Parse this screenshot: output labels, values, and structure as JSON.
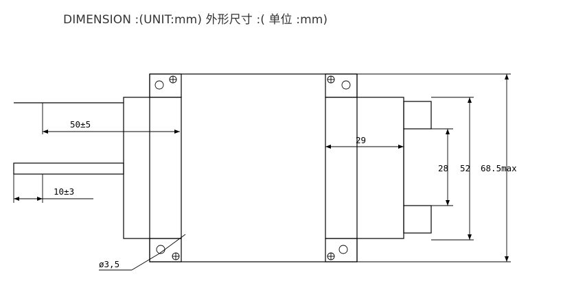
{
  "title": "DIMENSION :(UNIT:mm)   外形尺寸 :( 单位 :mm)",
  "dimensions": {
    "lead_length": "50±5",
    "lead_strip": "10±3",
    "hole_diameter": "ø3,5",
    "inner_depth": "29",
    "inner_height": "28",
    "mid_height": "52",
    "overall_height": "68.5max"
  },
  "colors": {
    "line": "#000000",
    "title_text": "#333333"
  },
  "icons": [
    "mounting-hole-icon",
    "screw-head-icon"
  ]
}
